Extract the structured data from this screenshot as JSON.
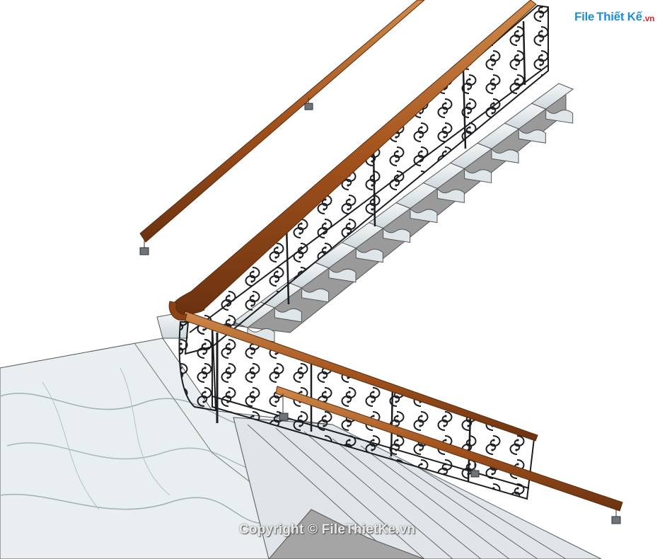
{
  "logo": {
    "part_file": "File",
    "part_thietke": "Thiết Kế",
    "part_vn": ".vn"
  },
  "watermark": {
    "text": "Copyright © FileThietKe.vn"
  },
  "colors": {
    "handrail_wood": "#a2521c",
    "handrail_highlight": "#c87a3a",
    "iron_baluster": "#1b1d20",
    "marble": "#e9eef0",
    "marble_vein": "#9fb0b8",
    "stair_side": "#8f8f8f",
    "logo_blue": "#1f8fd8",
    "logo_red": "#e0282a"
  },
  "icons": {
    "logo": "filethietke-logo",
    "watermark": "copyright-watermark"
  }
}
